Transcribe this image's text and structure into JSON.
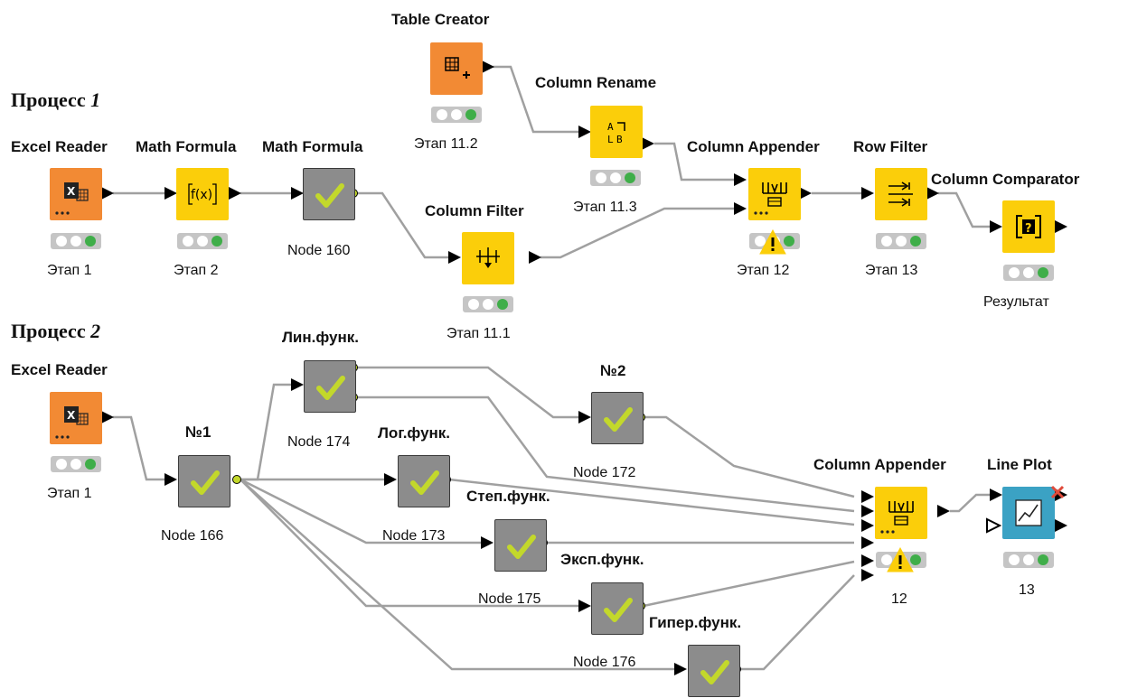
{
  "process1": {
    "label": "Процесс",
    "num": "1"
  },
  "process2": {
    "label": "Процесс",
    "num": "2"
  },
  "titles": {
    "table_creator": "Table Creator",
    "column_rename": "Column Rename",
    "excel_reader_1": "Excel Reader",
    "math_formula_1": "Math Formula",
    "math_formula_2": "Math Formula",
    "column_appender_1": "Column Appender",
    "row_filter": "Row Filter",
    "column_comparator": "Column Comparator",
    "column_filter": "Column Filter",
    "excel_reader_2": "Excel Reader",
    "n1": "№1",
    "lin": "Лин.функ.",
    "n2": "№2",
    "log": "Лог.функ.",
    "step": "Степ.функ.",
    "exp": "Эксп.функ.",
    "giper": "Гипер.функ.",
    "column_appender_2": "Column Appender",
    "line_plot": "Line Plot"
  },
  "labels": {
    "table_creator": "Этап 11.2",
    "column_rename": "Этап 11.3",
    "excel_reader_1": "Этап 1",
    "math_formula_1": "Этап 2",
    "math_formula_2": "Node 160",
    "column_filter": "Этап 11.1",
    "column_appender_1": "Этап 12",
    "row_filter": "Этап 13",
    "column_comparator": "Результат",
    "excel_reader_2": "Этап 1",
    "n1": "Node 166",
    "lin": "Node 174",
    "n2": "Node 172",
    "log": "Node 173",
    "step": "Node 175",
    "exp": "Node 176",
    "column_appender_2": "12",
    "line_plot": "13"
  },
  "colors": {
    "orange": "#f28a34",
    "yellow": "#fbce0a",
    "grey": "#8c8c8c",
    "blue": "#3ba2c4",
    "wire": "#a0a0a0",
    "check": "#c3d82b",
    "status_green": "#3fae49"
  }
}
